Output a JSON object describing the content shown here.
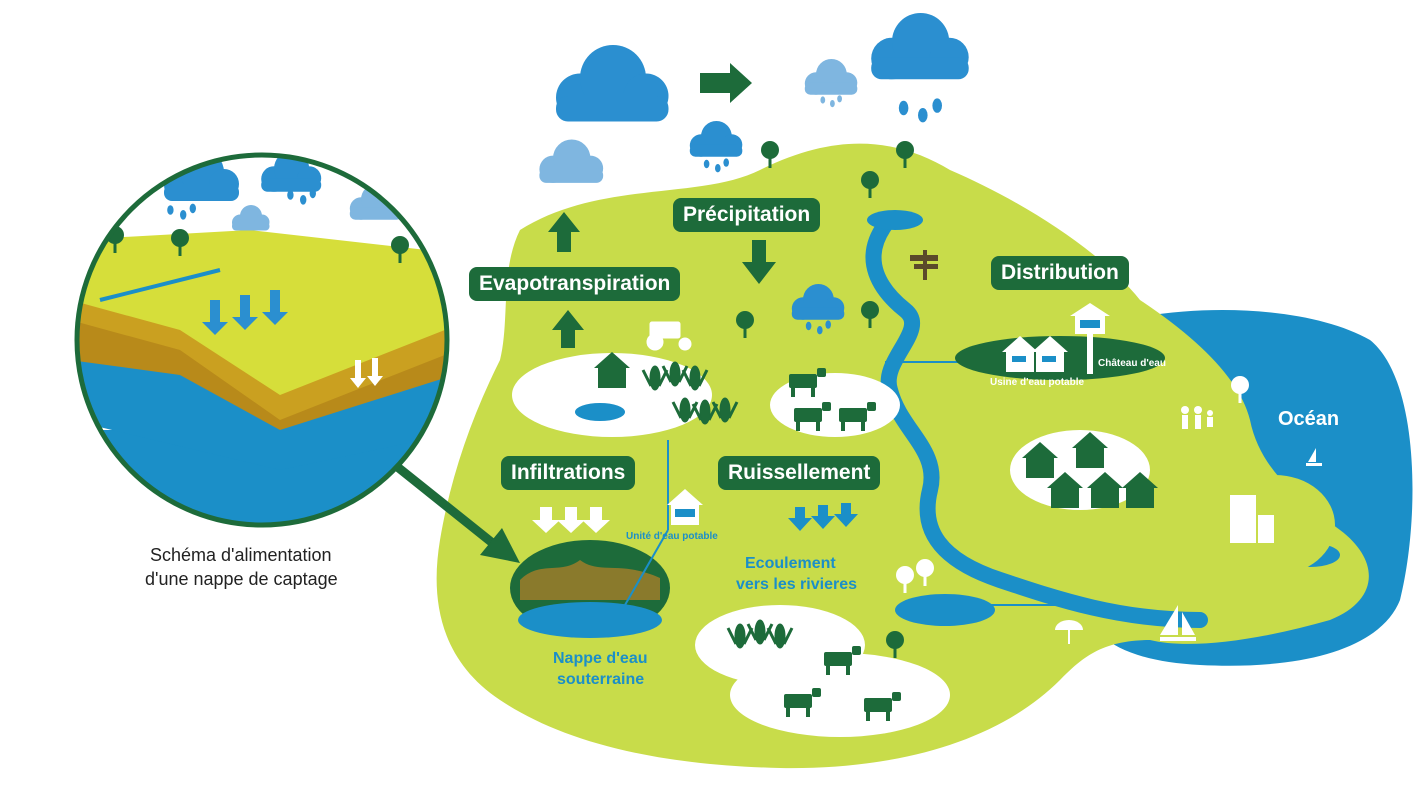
{
  "labels": {
    "precipitation": "Précipitation",
    "evapotranspiration": "Evapotranspiration",
    "distribution": "Distribution",
    "infiltrations": "Infiltrations",
    "ruissellement": "Ruissellement",
    "chateau_eau": "Château d'eau",
    "usine_eau": "Usine d'eau potable",
    "unite_eau": "Unité d'eau potable",
    "ocean": "Océan",
    "ecoulement_line1": "Ecoulement",
    "ecoulement_line2": "vers les rivieres",
    "nappe_line1": "Nappe d'eau",
    "nappe_line2": "souterraine",
    "schema_line1": "Schéma d'alimentation",
    "schema_line2": "d'une nappe de captage"
  },
  "colors": {
    "dark_green": "#1d6b3a",
    "land_green": "#c8dc4a",
    "water_blue": "#1b8fc8",
    "cloud_blue": "#2b8fd0",
    "light_cloud": "#7fb6e0"
  }
}
